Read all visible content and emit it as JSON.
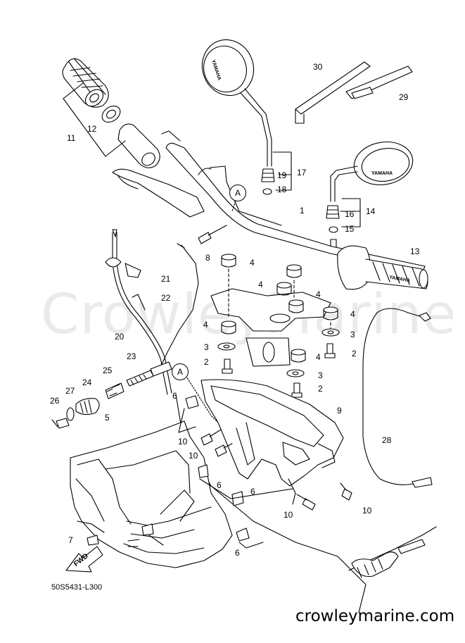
{
  "watermark": "CrowleyMarine",
  "footer_url": "crowleymarine.com",
  "diagram_code": "50S5431-L300",
  "ref_marker": "A",
  "brand_mark": "YAMAHA",
  "fwd_label": "FWD",
  "part_labels": {
    "p1": "1",
    "p2a": "2",
    "p2b": "2",
    "p2c": "2",
    "p3a": "3",
    "p3b": "3",
    "p3c": "3",
    "p4a": "4",
    "p4b": "4",
    "p4c": "4",
    "p4d": "4",
    "p4e": "4",
    "p4f": "4",
    "p5": "5",
    "p6a": "6",
    "p6b": "6",
    "p6c": "6",
    "p6d": "6",
    "p7": "7",
    "p8": "8",
    "p9": "9",
    "p10a": "10",
    "p10b": "10",
    "p10c": "10",
    "p10d": "10",
    "p11": "11",
    "p12": "12",
    "p13": "13",
    "p14": "14",
    "p15": "15",
    "p16": "16",
    "p17": "17",
    "p18": "18",
    "p19": "19",
    "p20": "20",
    "p21": "21",
    "p22": "22",
    "p23": "23",
    "p24": "24",
    "p25": "25",
    "p26": "26",
    "p27": "27",
    "p28": "28",
    "p29": "29",
    "p30": "30"
  }
}
